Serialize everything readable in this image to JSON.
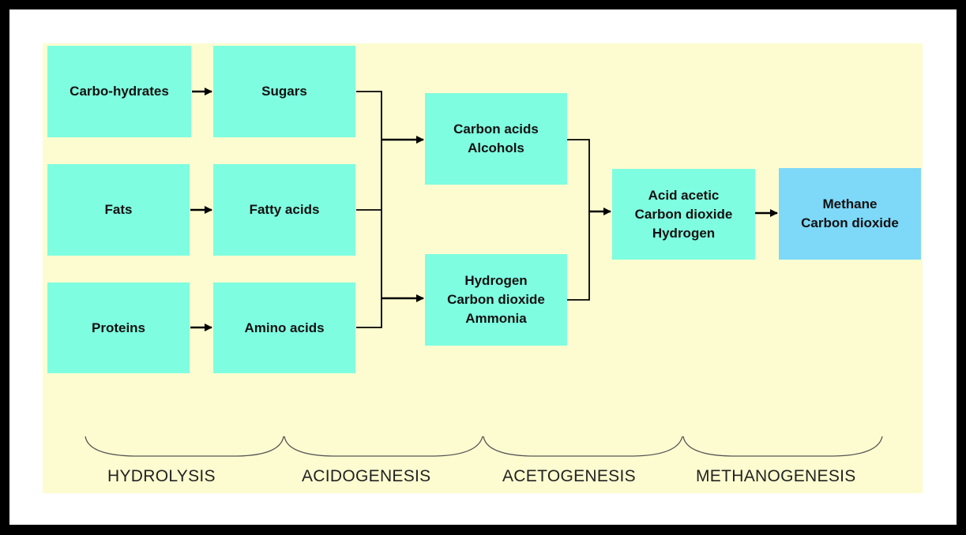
{
  "colors": {
    "outer": "#000000",
    "frame": "#ffffff",
    "background": "#fdfcd0",
    "box": "#7ffde0",
    "final_box": "#7ed8f8",
    "arrow": "#000000"
  },
  "nodes": {
    "carbohydrates": {
      "lines": [
        "Carbo-hydrates"
      ]
    },
    "fats": {
      "lines": [
        "Fats"
      ]
    },
    "proteins": {
      "lines": [
        "Proteins"
      ]
    },
    "sugars": {
      "lines": [
        "Sugars"
      ]
    },
    "fatty_acids": {
      "lines": [
        "Fatty acids"
      ]
    },
    "amino_acids": {
      "lines": [
        "Amino acids"
      ]
    },
    "carbon_acids_alcohols": {
      "lines": [
        "Carbon acids",
        "Alcohols"
      ]
    },
    "hydrogen_co2_ammonia": {
      "lines": [
        "Hydrogen",
        "Carbon dioxide",
        "Ammonia"
      ]
    },
    "acetic_co2_hydrogen": {
      "lines": [
        "Acid acetic",
        "Carbon dioxide",
        "Hydrogen"
      ]
    },
    "methane_co2": {
      "lines": [
        "Methane",
        "Carbon dioxide"
      ]
    }
  },
  "stages": {
    "hydrolysis": "HYDROLYSIS",
    "acidogenesis": "ACIDOGENESIS",
    "acetogenesis": "ACETOGENESIS",
    "methanogenesis": "METHANOGENESIS"
  }
}
